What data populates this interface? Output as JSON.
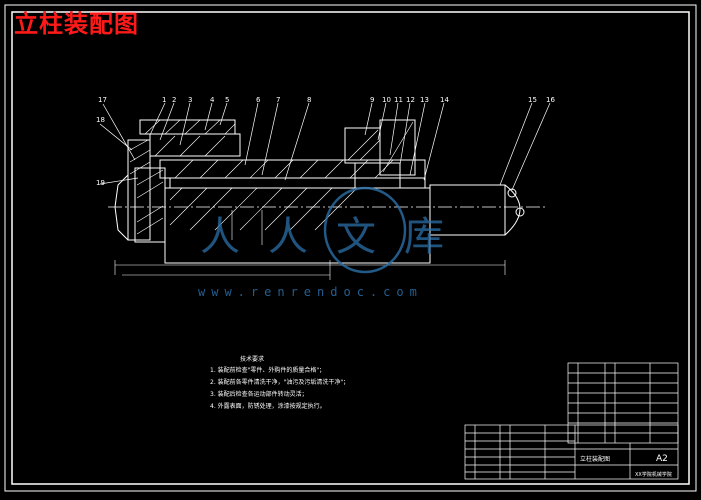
{
  "page_title": "立柱装配图",
  "watermark": {
    "logo_text": "人人文库",
    "url": "www.renrendoc.com"
  },
  "balloons": [
    "17",
    "1",
    "2",
    "3",
    "4",
    "5",
    "6",
    "7",
    "8",
    "9",
    "10",
    "11",
    "12",
    "13",
    "14",
    "15",
    "16",
    "18",
    "19"
  ],
  "tech_requirements": {
    "heading": "技术要求",
    "items": [
      "1. 装配前检查\"零件、外购件的质量合格\"；",
      "2. 装配前各零件清洗干净，\"油污及污垢清洗干净\"；",
      "3. 装配后检查各运动部件转动灵活；",
      "4. 外露表面，防锈处理，涂漆按规定执行。"
    ]
  },
  "title_block": {
    "drawing_name": "立柱装配图",
    "sheet_size": "A2",
    "school": "XX学院机械学院"
  },
  "colors": {
    "background": "#000000",
    "line": "#ffffff",
    "title_red": "#ff1a1a",
    "watermark_blue": "#2b6fa8"
  }
}
